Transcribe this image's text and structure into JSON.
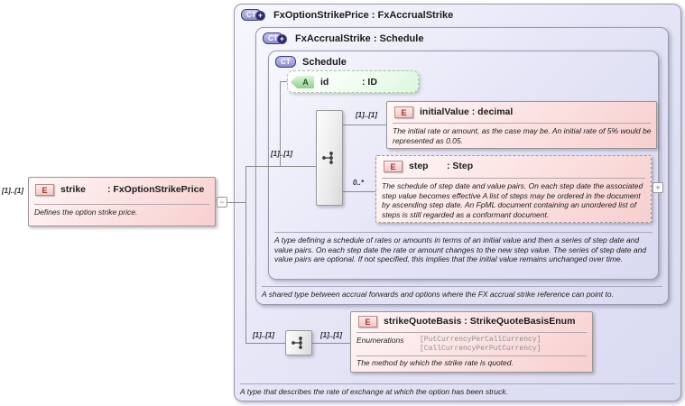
{
  "palette": {
    "type_box_fill": "#e2e2f5",
    "element_box_fill": "#f9d6d6",
    "attribute_box_fill": "#e8fae8",
    "connector": "#8d8d8d"
  },
  "types": {
    "fx_option_strike_price": {
      "icon": "CT",
      "icon_plus": "+",
      "title": "FxOptionStrikePrice : FxAccrualStrike",
      "doc": "A type that describes the rate of exchange at which the option has been struck."
    },
    "fx_accrual_strike": {
      "icon": "CT",
      "icon_plus": "+",
      "title": "FxAccrualStrike : Schedule",
      "doc": "A shared type between accrual forwards and options where the FX accrual strike reference can point to."
    },
    "schedule": {
      "icon": "CT",
      "title": "Schedule",
      "doc": "A type defining a schedule of rates or amounts in terms of an initial value and then a series of step date and value pairs. On each step date the rate or amount changes to the new step value. The series of step date and value pairs are optional. If not specified, this implies that the initial value remains unchanged over time."
    }
  },
  "elements": {
    "strike": {
      "icon": "E",
      "cardinality": "[1]..[1]",
      "name": "strike",
      "type": ": FxOptionStrikePrice",
      "doc": "Defines the option strike price.",
      "collapse_glyph": "−"
    },
    "id_attribute": {
      "icon": "A",
      "name": "id",
      "type": ": ID"
    },
    "initial_value": {
      "icon": "E",
      "cardinality": "[1]..[1]",
      "title": "initialValue : decimal",
      "doc": "The initial rate or amount, as the case may be. An initial rate of 5% would be represented as 0.05."
    },
    "step": {
      "icon": "E",
      "cardinality": "0..*",
      "name": "step",
      "type": ": Step",
      "doc": "The schedule of step date and value pairs. On each step date the associated step value becomes effective A list of steps may be ordered in the document by ascending step date. An FpML document containing an unordered list of steps is still regarded as a conformant document.",
      "expand_glyph": "+"
    },
    "strike_quote_basis": {
      "icon": "E",
      "cardinality_in": "[1]..[1]",
      "cardinality_out": "[1]..[1]",
      "title": "strikeQuoteBasis : StrikeQuoteBasisEnum",
      "enumerations_label": "Enumerations",
      "enumerations": [
        "[PutCurrencyPerCallCurrency]",
        "[CallCurrencyPerPutCurrency]"
      ],
      "doc": "The method by which the strike rate is quoted."
    }
  },
  "connectors": {
    "schedule_sequence_cardinality": "[1]..[1]"
  }
}
